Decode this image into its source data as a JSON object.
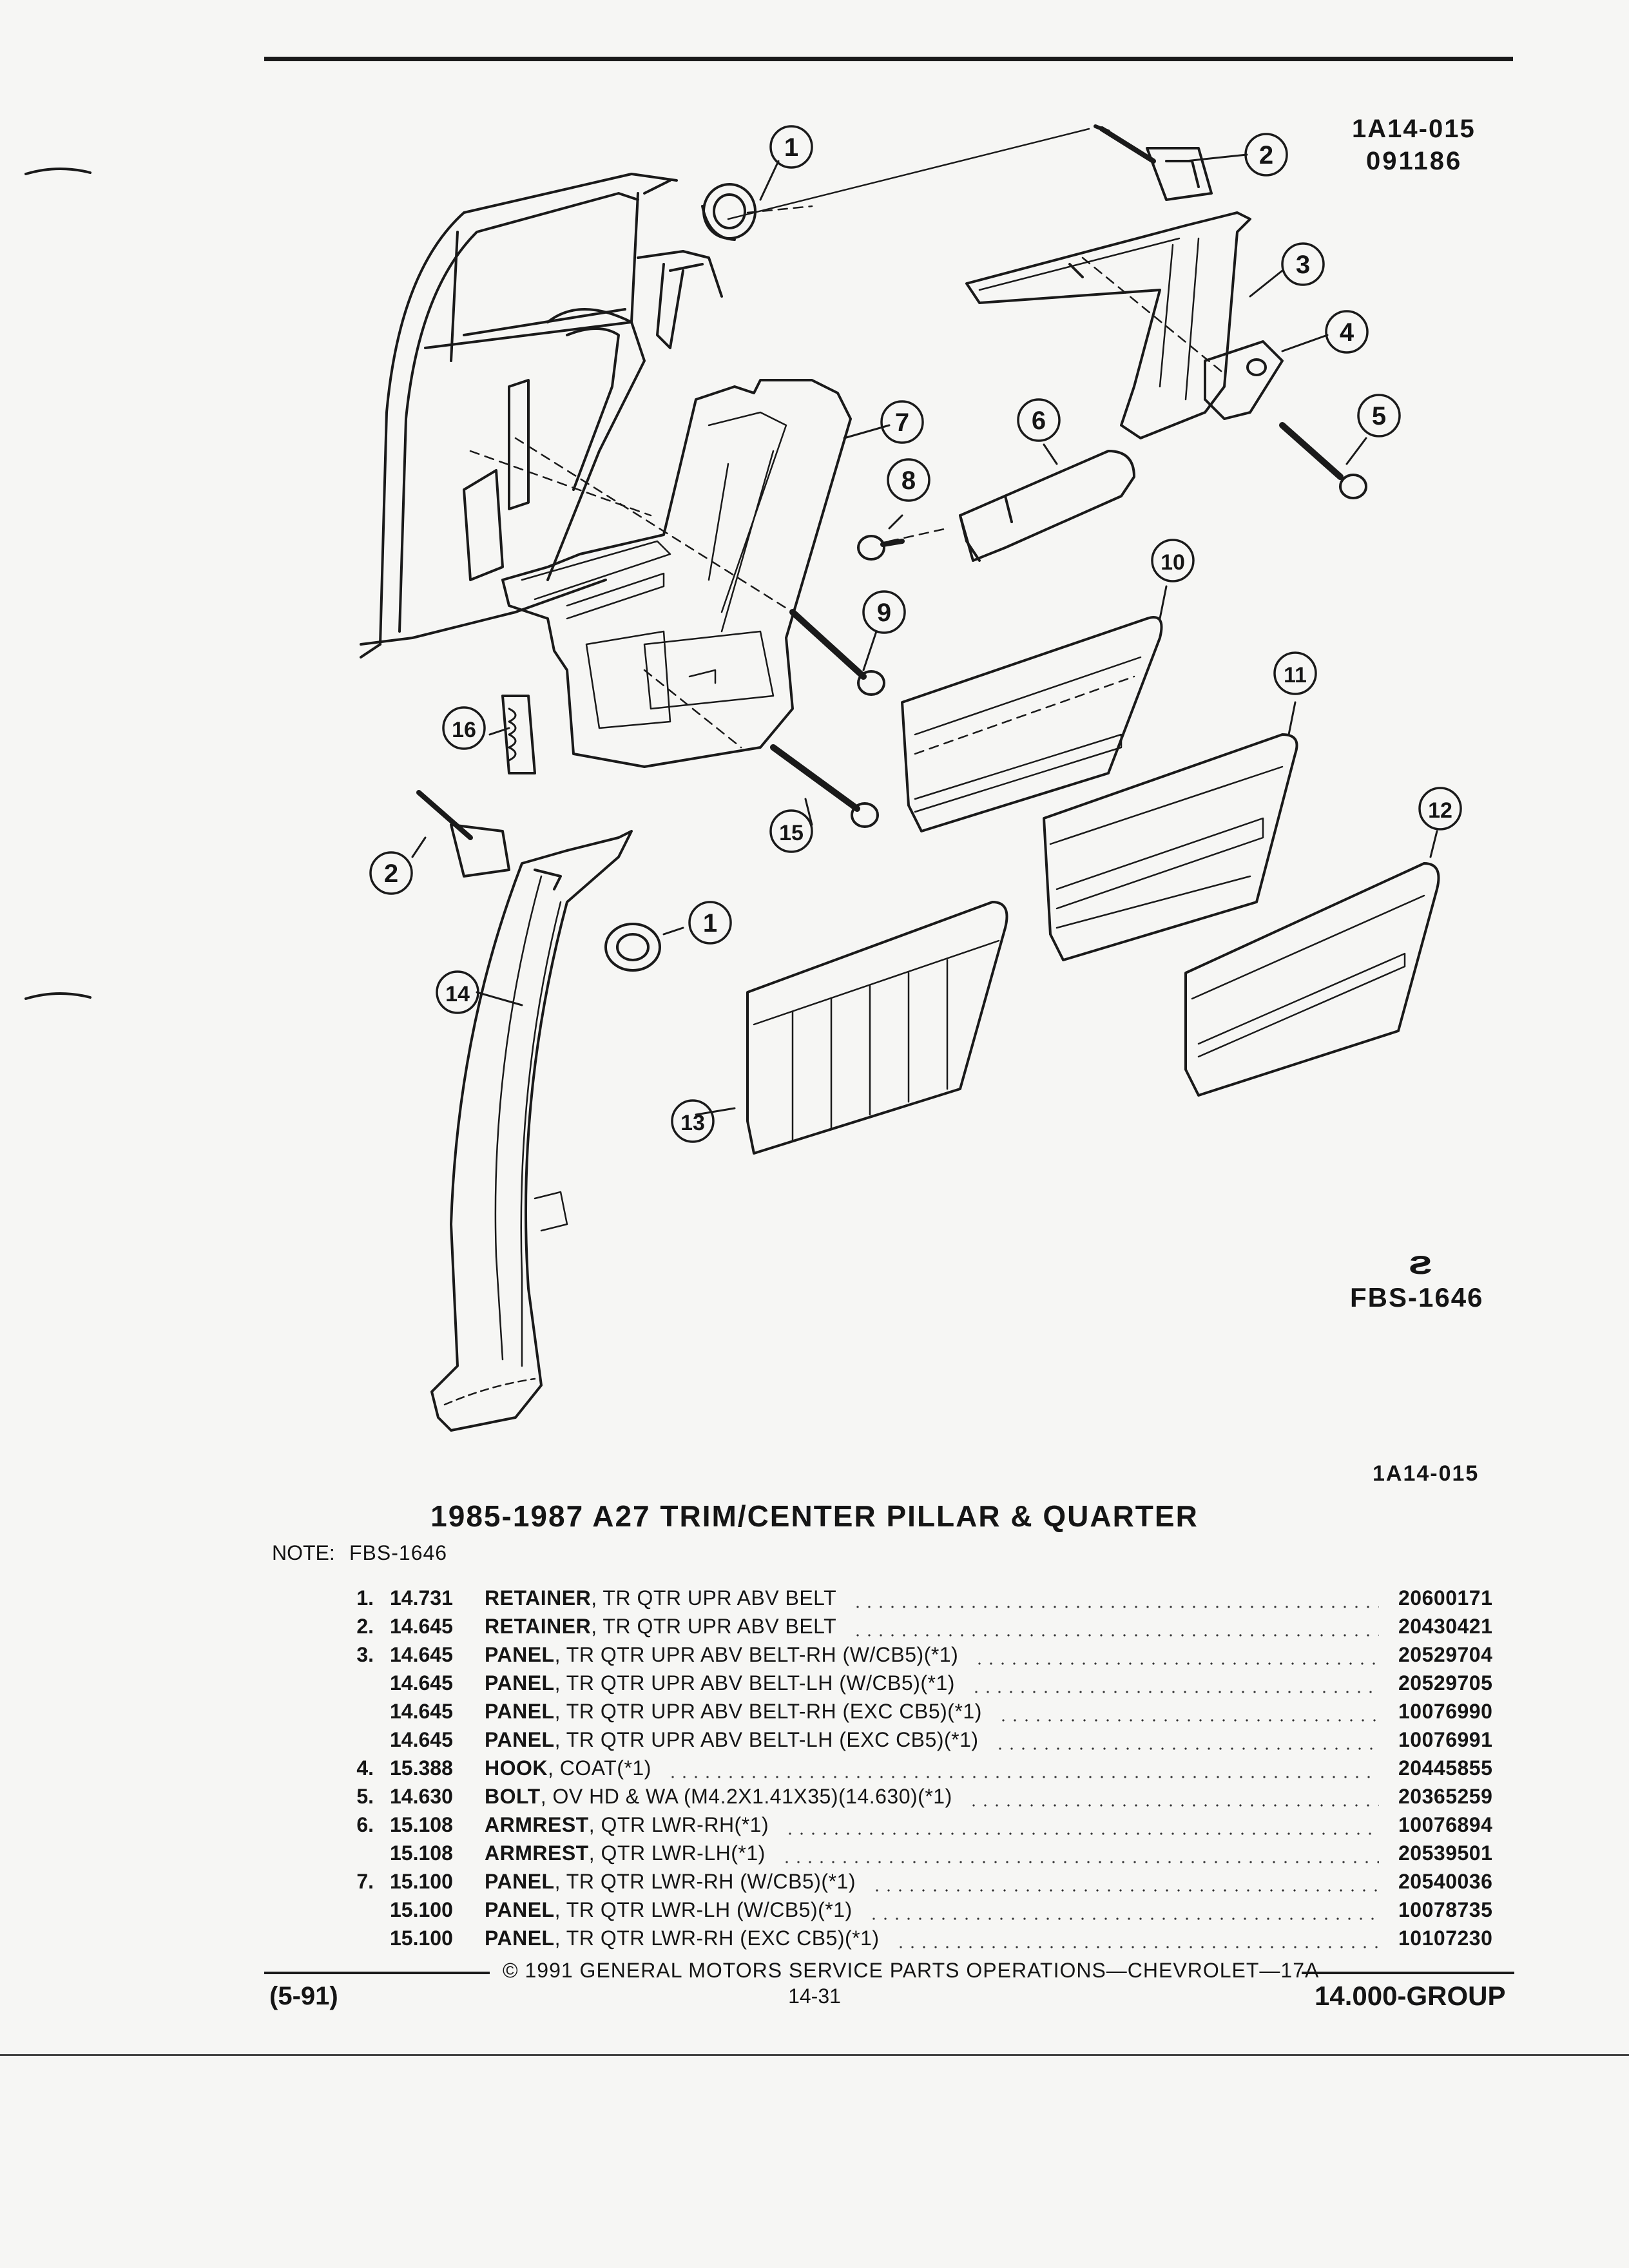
{
  "header": {
    "illustration_code": "1A14-015",
    "illustration_date": "091186"
  },
  "diagram": {
    "callouts": [
      "1",
      "2",
      "3",
      "4",
      "5",
      "6",
      "7",
      "8",
      "9",
      "10",
      "11",
      "12",
      "13",
      "14",
      "15",
      "16",
      "2",
      "1"
    ],
    "logo_code": "FBS-1646",
    "figure_code": "1A14-015"
  },
  "title": "1985-1987 A27 TRIM/CENTER PILLAR & QUARTER",
  "note_label": "NOTE:",
  "note_value": "FBS-1646",
  "parts": [
    {
      "item": "1.",
      "number": "14.731",
      "name": "RETAINER",
      "desc": ", TR QTR UPR ABV BELT",
      "part": "20600171"
    },
    {
      "item": "2.",
      "number": "14.645",
      "name": "RETAINER",
      "desc": ", TR QTR UPR ABV BELT",
      "part": "20430421"
    },
    {
      "item": "3.",
      "number": "14.645",
      "name": "PANEL",
      "desc": ", TR QTR UPR ABV BELT-RH (W/CB5)(*1)",
      "part": "20529704"
    },
    {
      "item": "",
      "number": "14.645",
      "name": "PANEL",
      "desc": ", TR QTR UPR ABV BELT-LH (W/CB5)(*1)",
      "part": "20529705"
    },
    {
      "item": "",
      "number": "14.645",
      "name": "PANEL",
      "desc": ", TR QTR UPR ABV BELT-RH (EXC CB5)(*1)",
      "part": "10076990"
    },
    {
      "item": "",
      "number": "14.645",
      "name": "PANEL",
      "desc": ", TR QTR UPR ABV BELT-LH (EXC CB5)(*1)",
      "part": "10076991"
    },
    {
      "item": "4.",
      "number": "15.388",
      "name": "HOOK",
      "desc": ", COAT(*1)",
      "part": "20445855"
    },
    {
      "item": "5.",
      "number": "14.630",
      "name": "BOLT",
      "desc": ", OV HD & WA (M4.2X1.41X35)(14.630)(*1)",
      "part": "20365259"
    },
    {
      "item": "6.",
      "number": "15.108",
      "name": "ARMREST",
      "desc": ", QTR LWR-RH(*1)",
      "part": "10076894"
    },
    {
      "item": "",
      "number": "15.108",
      "name": "ARMREST",
      "desc": ", QTR LWR-LH(*1)",
      "part": "20539501"
    },
    {
      "item": "7.",
      "number": "15.100",
      "name": "PANEL",
      "desc": ", TR QTR LWR-RH (W/CB5)(*1)",
      "part": "20540036"
    },
    {
      "item": "",
      "number": "15.100",
      "name": "PANEL",
      "desc": ", TR QTR LWR-LH (W/CB5)(*1)",
      "part": "10078735"
    },
    {
      "item": "",
      "number": "15.100",
      "name": "PANEL",
      "desc": ", TR QTR LWR-RH (EXC CB5)(*1)",
      "part": "10107230"
    }
  ],
  "footer": {
    "copyright": "© 1991 GENERAL MOTORS SERVICE PARTS OPERATIONS—CHEVROLET—17A",
    "date_code": "(5-91)",
    "page": "14-31",
    "group": "14.000-GROUP"
  }
}
